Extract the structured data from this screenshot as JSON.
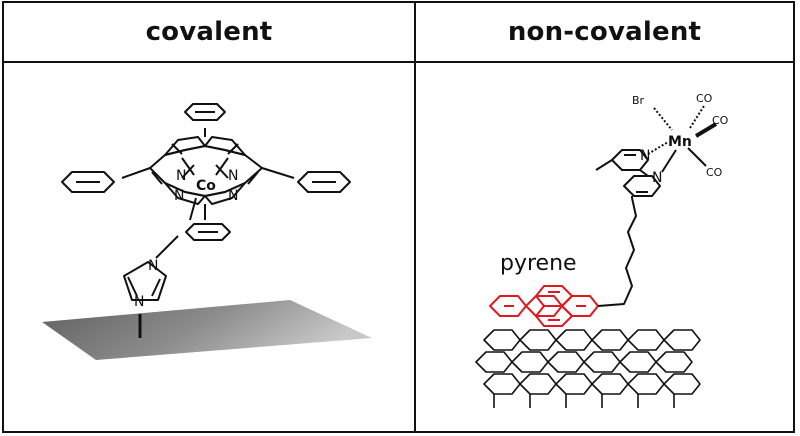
{
  "panels": {
    "left": {
      "title": "covalent",
      "atoms": {
        "cobalt": "Co",
        "nitrogen": "N"
      }
    },
    "right": {
      "title": "non-covalent",
      "atoms": {
        "bromine": "Br",
        "manganese": "Mn",
        "carbonyl": "CO",
        "nitrogen": "N"
      },
      "label": "pyrene"
    }
  },
  "colors": {
    "line": "#111111",
    "pyrene": "#e0191f",
    "surface_dark": "#6e6e6e",
    "surface_light": "#b8b8b8"
  }
}
